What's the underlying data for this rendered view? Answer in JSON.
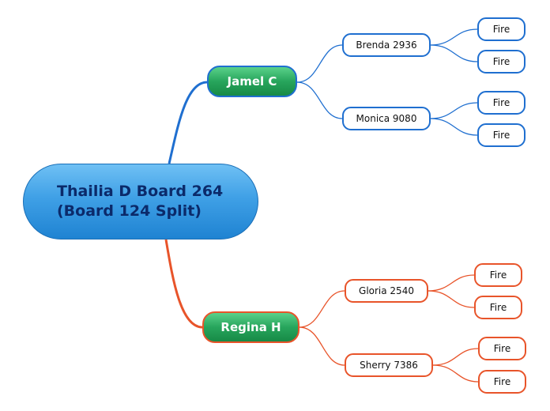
{
  "colors": {
    "blue_branch": "#1f6fd0",
    "orange_branch": "#e8542a"
  },
  "root": {
    "label": "Thailia D Board 264 (Board 124 Split)"
  },
  "branches": [
    {
      "label": "Jamel C",
      "children": [
        {
          "label": "Brenda 2936",
          "children": [
            "Fire",
            "Fire"
          ]
        },
        {
          "label": "Monica 9080",
          "children": [
            "Fire",
            "Fire"
          ]
        }
      ]
    },
    {
      "label": "Regina H",
      "children": [
        {
          "label": "Gloria 2540",
          "children": [
            "Fire",
            "Fire"
          ]
        },
        {
          "label": "Sherry 7386",
          "children": [
            "Fire",
            "Fire"
          ]
        }
      ]
    }
  ]
}
